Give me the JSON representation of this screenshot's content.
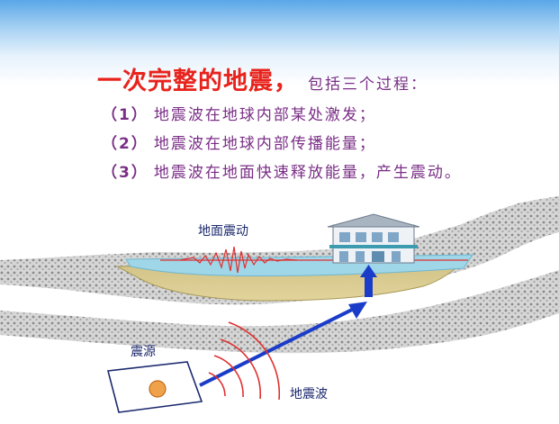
{
  "heading": {
    "title": "一次完整的地震，",
    "subtitle": "包括三个过程："
  },
  "steps": [
    {
      "num": "（1）",
      "text": "地震波在地球内部某处激发；"
    },
    {
      "num": "（2）",
      "text": "地震波在地球内部传播能量；"
    },
    {
      "num": "（3）",
      "text": "地震波在地面快速释放能量，产生震动。"
    }
  ],
  "labels": {
    "ground_motion": "地面震动",
    "source": "震源",
    "seismic_wave": "地震波"
  },
  "colors": {
    "title_red": "#e8231c",
    "text_purple": "#7a2e86",
    "label_navy": "#1c2a6e",
    "arrow_blue": "#1a3cc8",
    "wave_red": "#e03030",
    "water": "#9fd6e8",
    "sediment": "#d8c68a",
    "rock_gray": "#c9c9c9"
  },
  "icons": [
    "house-icon",
    "upward-arrow-icon",
    "seismograph-trace-icon",
    "epicenter-dot-icon"
  ]
}
